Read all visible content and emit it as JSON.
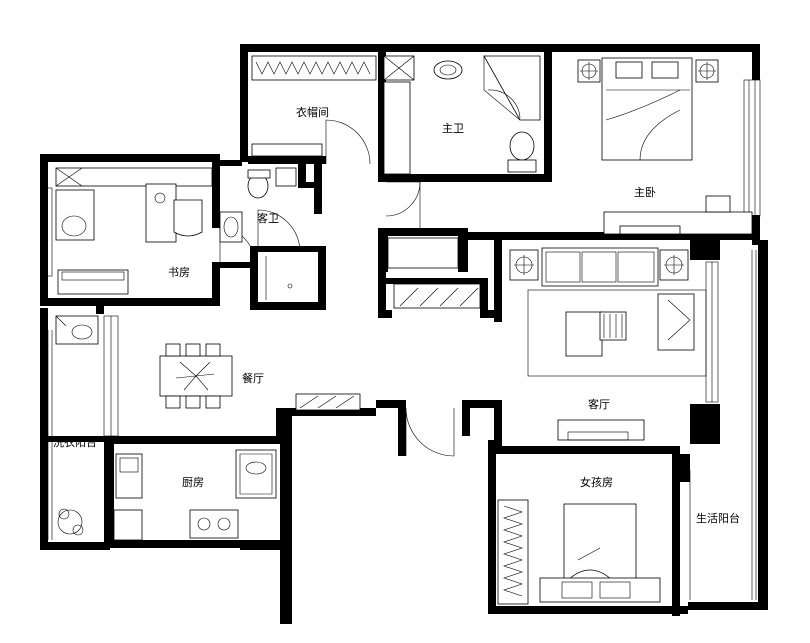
{
  "rooms": {
    "cloakroom": "衣帽间",
    "master_bath": "主卫",
    "master_bedroom": "主卧",
    "guest_bath": "客卫",
    "study": "书房",
    "dining": "餐厅",
    "living": "客厅",
    "laundry_balcony": "洗衣阳台",
    "kitchen": "厨房",
    "girls_room": "女孩房",
    "living_balcony": "生活阳台"
  },
  "colors": {
    "wall": "#000000",
    "background": "#ffffff"
  }
}
